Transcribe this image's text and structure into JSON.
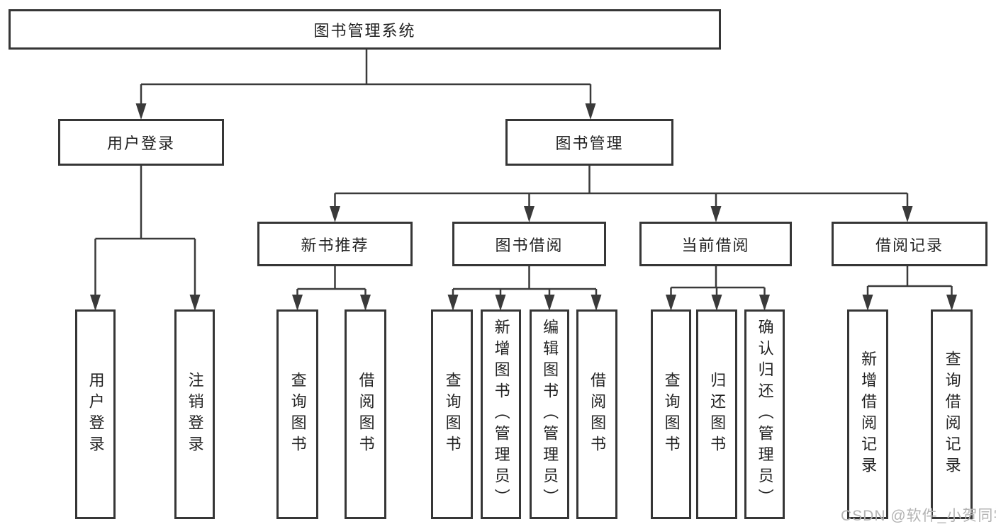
{
  "diagram": {
    "root": {
      "label": "图书管理系统"
    },
    "level2": [
      {
        "label": "用户登录"
      },
      {
        "label": "图书管理"
      }
    ],
    "level3": [
      {
        "label": "新书推荐"
      },
      {
        "label": "图书借阅"
      },
      {
        "label": "当前借阅"
      },
      {
        "label": "借阅记录"
      }
    ],
    "leaves": [
      {
        "label": "用户登录"
      },
      {
        "label": "注销登录"
      },
      {
        "label": "查询图书"
      },
      {
        "label": "借阅图书"
      },
      {
        "label": "查询图书"
      },
      {
        "label": "新增图书（管理员）"
      },
      {
        "label": "编辑图书（管理员）"
      },
      {
        "label": "借阅图书"
      },
      {
        "label": "查询图书"
      },
      {
        "label": "归还图书"
      },
      {
        "label": "确认归还（管理员）"
      },
      {
        "label": "新增借阅记录"
      },
      {
        "label": "查询借阅记录"
      }
    ]
  },
  "watermark": {
    "text": "CSDN @软件_小贺同学"
  },
  "colors": {
    "line": "#3a3a3a",
    "box_border": "#363636",
    "text": "#232323",
    "background": "#ffffff",
    "watermark": "#b3b3b3"
  }
}
